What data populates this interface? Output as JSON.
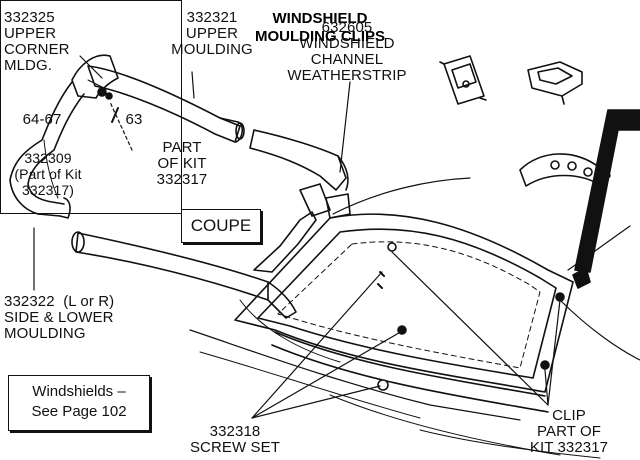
{
  "labels": {
    "upper_corner": "332325\nUPPER\nCORNER\nMLDG.",
    "upper_moulding": "332321\nUPPER\nMOULDING",
    "channel_weatherstrip": "632605\nWINDSHIELD\nCHANNEL\nWEATHERSTRIP",
    "part_of_kit": "PART\nOF KIT\n332317",
    "side_lower": "332322  (L or R)\nSIDE & LOWER\nMOULDING",
    "screw_set": "332318\nSCREW SET",
    "clip": "CLIP\nPART OF\nKIT 332317"
  },
  "coupe_box": {
    "text": "COUPE"
  },
  "windshields_box": {
    "line1": "Windshields –",
    "line2": "See Page 102"
  },
  "clips_box": {
    "title": "WINDSHIELD\nMOULDING CLIPS",
    "clip1_label": "64-67",
    "clip2_label": "63",
    "clip3_label": "332309\n(Part of Kit\n332317)"
  }
}
